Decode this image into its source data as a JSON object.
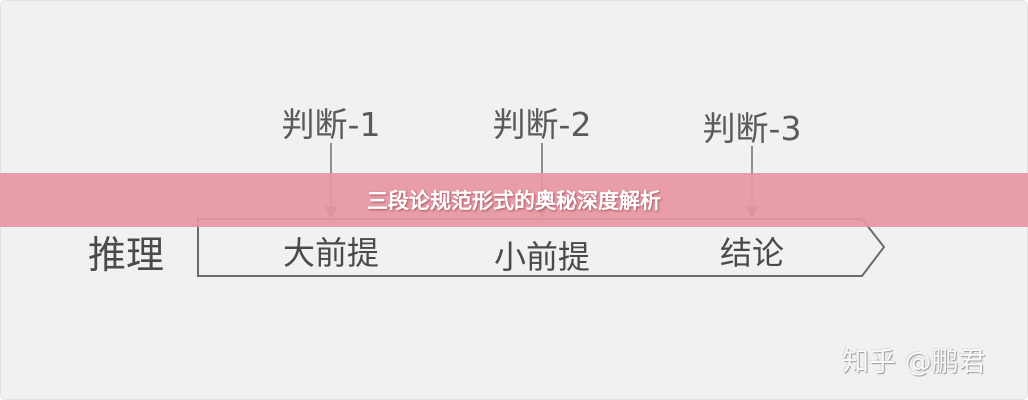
{
  "diagram": {
    "left_label": "推理",
    "judgments": [
      "判断-1",
      "判断-2",
      "判断-3"
    ],
    "stages": [
      "大前提",
      "小前提",
      "结论"
    ]
  },
  "banner": {
    "title": "三段论规范形式的奥秘深度解析"
  },
  "watermark": "知乎 @鹏君"
}
